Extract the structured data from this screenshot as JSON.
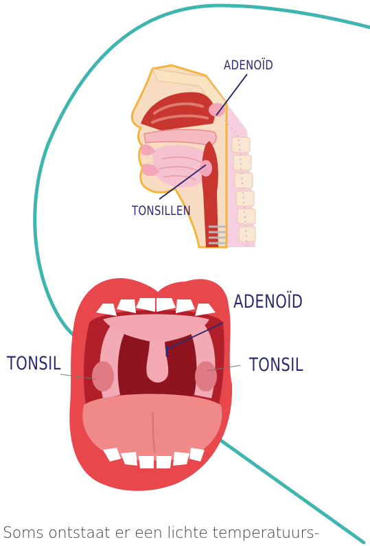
{
  "labels": {
    "adenoid_top": "ADENOÏD",
    "tonsillen": "TONSILLEN",
    "adenoid_mouth": "ADENOÏD",
    "tonsil_left": "TONSIL",
    "tonsil_right": "TONSIL"
  },
  "caption": "Soms ontstaat er een lichte temperatuurs-",
  "colors": {
    "accent_curve": "#3fb5b0",
    "label_text": "#2d2a6e",
    "lips": "#e8474b",
    "mouth_cavity": "#b01f2a",
    "tongue": "#f08a88",
    "teeth": "#ffffff",
    "tissue_pink": "#f2a6b8",
    "skin": "#f7dcc2",
    "airway": "#c9362f"
  }
}
